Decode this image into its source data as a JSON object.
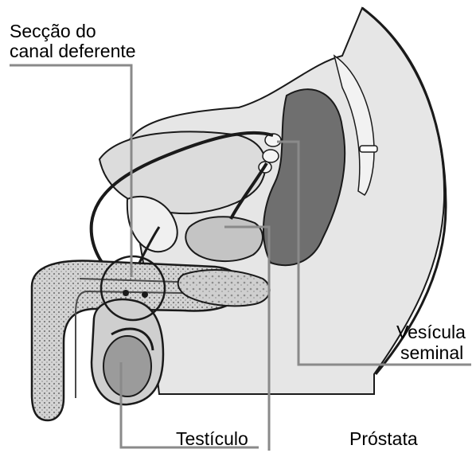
{
  "labels": {
    "vas_deferens_line1": "Secção do",
    "vas_deferens_line2": "canal deferente",
    "seminal_vesicle_line1": "Vesícula",
    "seminal_vesicle_line2": "seminal",
    "testicle": "Testículo",
    "prostate": "Próstata"
  },
  "colors": {
    "background": "#ffffff",
    "ink": "#1a1a1a",
    "leader_line": "#8a8a8a",
    "tissue_light": "#d9d9d9",
    "tissue_mid": "#b8b8b8",
    "tissue_dark": "#6f6f6f"
  }
}
